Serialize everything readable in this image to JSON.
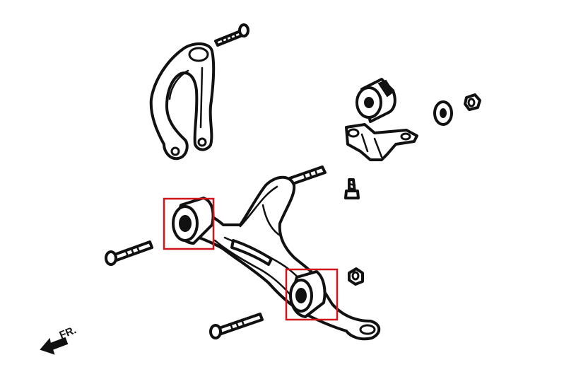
{
  "direction_label": "FR.",
  "colors": {
    "line": "#111111",
    "highlight": "#d0161b",
    "background": "#ffffff"
  },
  "highlighted_parts": [
    "rear-bushing",
    "front-bushing"
  ]
}
